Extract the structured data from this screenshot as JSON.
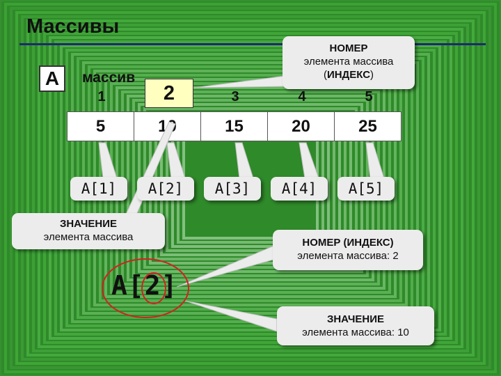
{
  "slide": {
    "title": "Массивы",
    "array_name": "A",
    "array_label": "массив",
    "indices": [
      "1",
      "2",
      "3",
      "4",
      "5"
    ],
    "highlighted_index": "2",
    "values": [
      "5",
      "10",
      "15",
      "20",
      "25"
    ],
    "element_tags": [
      "A[1]",
      "A[2]",
      "A[3]",
      "A[4]",
      "A[5]"
    ],
    "callout_index": {
      "line1": "НОМЕР",
      "line2": "элемента массива",
      "line3_prefix": "(",
      "line3_bold": "ИНДЕКС",
      "line3_suffix": ")"
    },
    "callout_value": {
      "line1": "ЗНАЧЕНИЕ",
      "line2": "элемента массива"
    },
    "example_expr": "A[2]",
    "callout_example_index": {
      "line1": "НОМЕР (ИНДЕКС)",
      "line2": "элемента массива: 2"
    },
    "callout_example_value": {
      "line1": "ЗНАЧЕНИЕ",
      "line2": "элемента массива: 10"
    }
  },
  "colors": {
    "background": "#2f8a2a",
    "highlight_fill": "#ffffbf",
    "circle": "#d42020",
    "title_rule": "#1e2a6e"
  }
}
